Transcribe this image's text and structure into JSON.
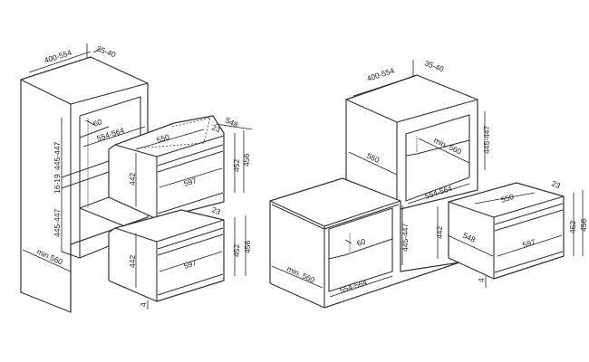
{
  "left_diagram": {
    "column_width": "400-554",
    "column_rear_gap": "35-40",
    "rear_gap": "60",
    "niche_width": "554-564",
    "oven_top_width": "550",
    "panel_offset_top": "23",
    "oven_depth": "548",
    "oven_height_top": "452",
    "front_height_top": "456",
    "niche_height_upper": "445-447",
    "shelf_gap": "16-19",
    "niche_height_lower": "445-447",
    "body_height_top": "442",
    "front_width_top": "597",
    "panel_offset_bottom": "23",
    "oven_height_bottom": "452",
    "front_height_bottom": "456",
    "body_height_bottom": "442",
    "front_width_bottom": "597",
    "bottom_offset": "4",
    "column_depth": "min 560"
  },
  "right_diagram": {
    "wall_width": "400-554",
    "wall_rear_gap": "35-40",
    "wall_depth": "560",
    "niche_depth_upper": "min. 560",
    "niche_height_upper": "445-447",
    "niche_width_upper": "554-564",
    "niche_height_lower": "445-447",
    "rear_gap": "60",
    "base_depth": "min. 560",
    "niche_width_lower": "554-564",
    "panel_offset": "23",
    "oven_top_width": "550",
    "body_height": "442",
    "oven_depth": "548",
    "front_width": "597",
    "oven_height": "452",
    "front_height": "456",
    "bottom_offset": "4"
  }
}
